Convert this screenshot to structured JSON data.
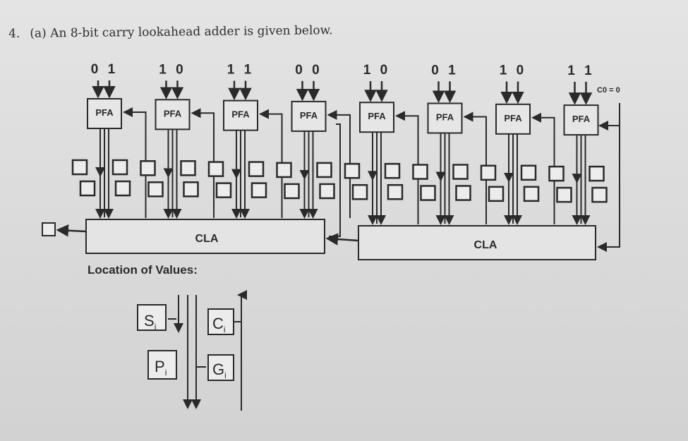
{
  "question": {
    "number": "4.",
    "text": "(a) An 8-bit carry lookahead adder is given below."
  },
  "diagram": {
    "input_pairs": [
      "0 1",
      "1 0",
      "1 1",
      "0 0",
      "1 0",
      "0 1",
      "1 0",
      "1 1"
    ],
    "carry_in_label": "C0 = 0",
    "adder_label": "PFA",
    "cla_labels": [
      "CLA",
      "CLA"
    ],
    "legend_title": "Location of Values:",
    "legend": {
      "s": "S",
      "p": "P",
      "c": "C",
      "g": "G",
      "subscript": "i"
    }
  },
  "colors": {
    "ink": "#2a2a2a",
    "paper": "#dedede",
    "box_fill": "#e6e6e6"
  }
}
